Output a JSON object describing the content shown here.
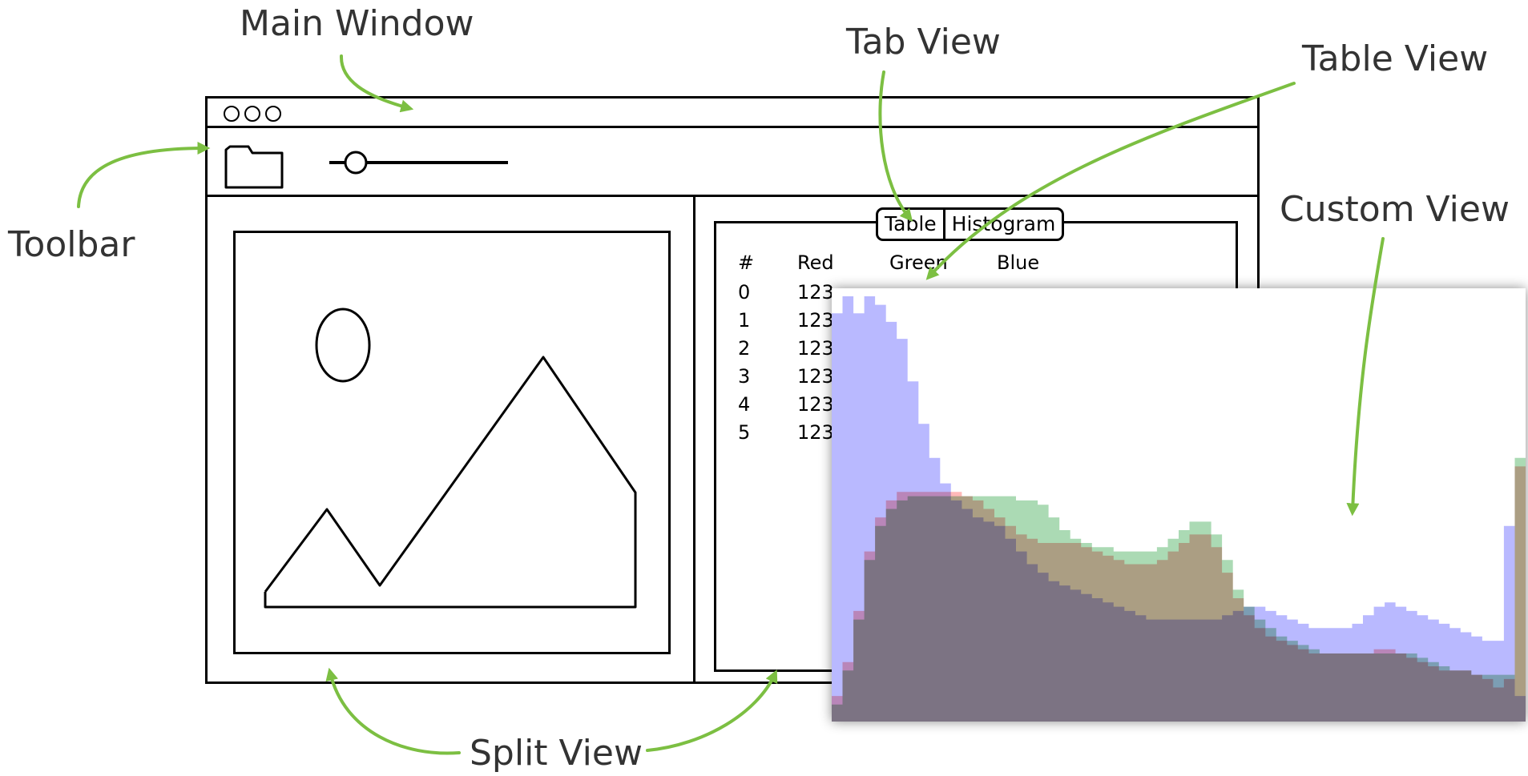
{
  "callouts": {
    "main_window": "Main Window",
    "tab_view": "Tab View",
    "table_view": "Table View",
    "custom_view": "Custom View",
    "toolbar": "Toolbar",
    "split_view": "Split View"
  },
  "colors": {
    "arrow": "#7cbf42",
    "callout_text": "#333333",
    "wireframe": "#000000",
    "red_series": "#ff8080",
    "green_series": "#66bb77",
    "blue_series": "#8080ff"
  },
  "icons": {
    "traffic_lights": "three-circle-icon",
    "folder": "folder-icon",
    "slider": "slider-icon"
  },
  "tabs": [
    "Table",
    "Histogram"
  ],
  "table": {
    "columns": [
      "#",
      "Red",
      "Green",
      "Blue"
    ],
    "rows": [
      {
        "index": "0",
        "red": "123"
      },
      {
        "index": "1",
        "red": "123"
      },
      {
        "index": "2",
        "red": "123"
      },
      {
        "index": "3",
        "red": "123"
      },
      {
        "index": "4",
        "red": "123"
      },
      {
        "index": "5",
        "red": "123"
      }
    ]
  },
  "histogram": {
    "bins": 64,
    "red": [
      6,
      14,
      26,
      40,
      48,
      52,
      54,
      54,
      54,
      54,
      54,
      54,
      53,
      52,
      50,
      48,
      46,
      44,
      43,
      42,
      42,
      42,
      42,
      41,
      40,
      39,
      38,
      37,
      37,
      37,
      38,
      40,
      42,
      44,
      44,
      41,
      35,
      29,
      25,
      22,
      20,
      19,
      18,
      17,
      16,
      16,
      16,
      16,
      16,
      16,
      17,
      17,
      16,
      15,
      14,
      13,
      12,
      12,
      12,
      11,
      10,
      8,
      10,
      60
    ],
    "green": [
      4,
      12,
      24,
      38,
      46,
      50,
      52,
      53,
      53,
      53,
      53,
      53,
      53,
      53,
      53,
      53,
      53,
      52,
      52,
      51,
      48,
      45,
      43,
      42,
      41,
      41,
      40,
      40,
      40,
      40,
      41,
      43,
      45,
      47,
      47,
      44,
      38,
      31,
      27,
      24,
      22,
      20,
      19,
      18,
      17,
      16,
      16,
      16,
      16,
      16,
      16,
      16,
      16,
      16,
      15,
      14,
      13,
      12,
      12,
      11,
      11,
      11,
      11,
      62
    ],
    "blue": [
      96,
      100,
      96,
      100,
      98,
      94,
      90,
      80,
      70,
      62,
      56,
      52,
      50,
      48,
      47,
      46,
      43,
      40,
      37,
      35,
      33,
      32,
      31,
      30,
      29,
      28,
      27,
      26,
      25,
      24,
      24,
      24,
      24,
      24,
      24,
      24,
      25,
      26,
      27,
      27,
      26,
      25,
      24,
      23,
      22,
      22,
      22,
      22,
      23,
      25,
      27,
      28,
      27,
      26,
      25,
      24,
      23,
      22,
      21,
      20,
      19,
      19,
      46,
      6
    ]
  }
}
